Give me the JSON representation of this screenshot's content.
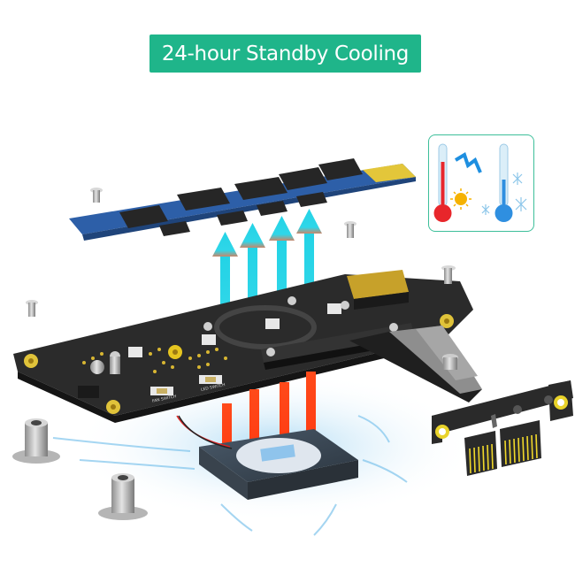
{
  "banner": {
    "title": "24-hour Standby Cooling",
    "bg_color": "#1fb58a"
  },
  "illustration": {
    "subject": "M.2 NVMe SSD to PCIe x1 riser adapter with cooling fan (exploded view)",
    "components": [
      {
        "name": "M.2 SSD module",
        "color": "#2d5fa8"
      },
      {
        "name": "adapter PCB board",
        "color": "#2b2b2b"
      },
      {
        "name": "cooling fan",
        "color": "#3a4048"
      },
      {
        "name": "ribbon cable",
        "color": "#555555"
      },
      {
        "name": "PCIe x1 connector bracket",
        "color": "#2a2a2a"
      },
      {
        "name": "standoff screws",
        "color": "#a8a8a8"
      }
    ],
    "board_labels": {
      "fan_switch": "FAN SWITCH",
      "led_switch": "LED SWITCH"
    },
    "arrows": {
      "cool_color": "#2fd6e8",
      "hot_color": "#ff3b12",
      "count": 4
    },
    "airflow_color": "#7fc4ec"
  },
  "temperature_badge": {
    "icon": "thermometer-hot-cold-icon",
    "border_color": "#3dbf9a",
    "hot_color": "#e8262b",
    "cold_color": "#2f8fe0"
  }
}
